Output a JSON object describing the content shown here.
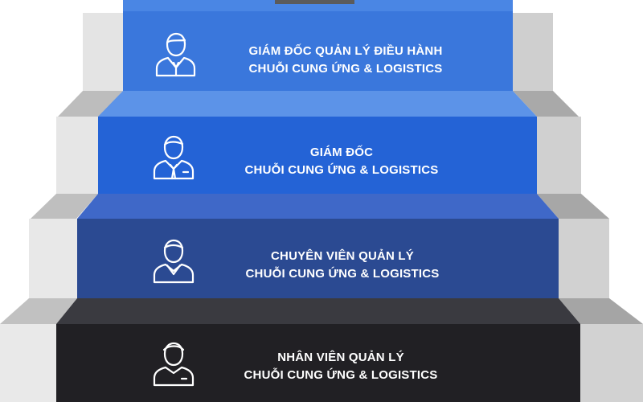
{
  "colors": {
    "step_top_executive": "#3a77dc",
    "step_director": "#2463d6",
    "step_specialist": "#2b4a92",
    "step_staff": "#212024",
    "stair_light": "#e9e9e9",
    "stair_mid": "#c4c4c4",
    "stair_dark": "#9d9d9d",
    "text": "#ffffff"
  },
  "steps": [
    {
      "level": 4,
      "line1": "GIÁM ĐỐC QUẢN LÝ ĐIỀU HÀNH",
      "line2": "CHUỖI CUNG ỨNG & LOGISTICS",
      "icon": "executive-person-icon"
    },
    {
      "level": 3,
      "line1": "GIÁM ĐỐC",
      "line2": "CHUỖI CUNG ỨNG & LOGISTICS",
      "icon": "director-person-icon"
    },
    {
      "level": 2,
      "line1": "CHUYÊN VIÊN QUẢN LÝ",
      "line2": "CHUỖI CUNG ỨNG & LOGISTICS",
      "icon": "specialist-person-icon"
    },
    {
      "level": 1,
      "line1": "NHÂN VIÊN QUẢN LÝ",
      "line2": "CHUỖI CUNG ỨNG & LOGISTICS",
      "icon": "staff-person-icon"
    }
  ]
}
